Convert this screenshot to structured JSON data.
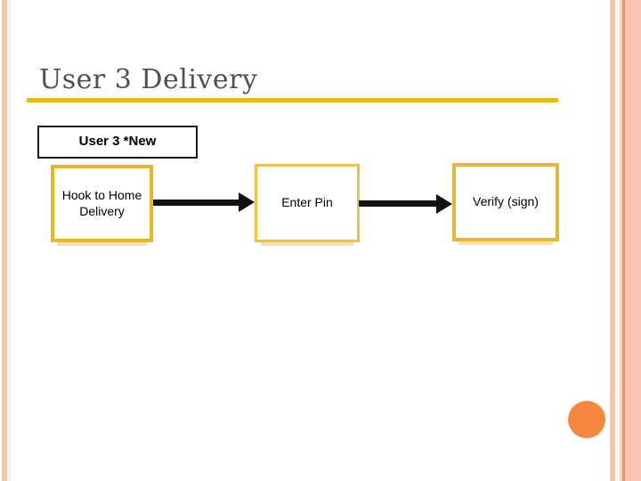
{
  "slide": {
    "title": "User 3 Delivery"
  },
  "flowchart": {
    "start": {
      "label": "User 3 *New"
    },
    "steps": [
      {
        "label": "Hook to Home Delivery"
      },
      {
        "label": "Enter Pin"
      },
      {
        "label": "Verify (sign)"
      }
    ]
  },
  "theme": {
    "accent_gold": "#ebb71e",
    "stripe_salmon": "#f7c5ae",
    "stripe_dark_orange": "#e8945e",
    "circle_orange": "#f5883e",
    "title_color": "#4c505a",
    "arrow_color": "#111111"
  }
}
